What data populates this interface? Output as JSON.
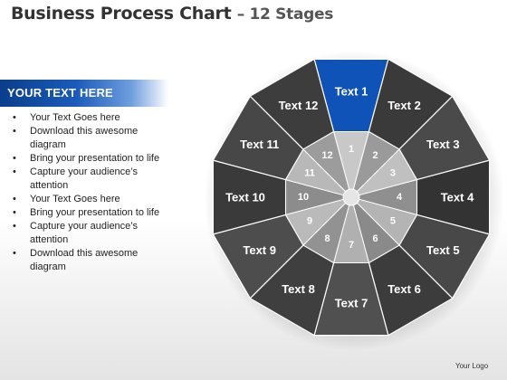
{
  "title": {
    "main": "Business Process Chart",
    "sub": "– 12 Stages"
  },
  "sidebar": {
    "header": "YOUR TEXT HERE",
    "bullets": [
      "Your Text Goes here",
      "Download this awesome diagram",
      "Bring your presentation to life",
      "Capture your audience’s attention",
      "Your Text Goes here",
      "Bring your presentation to life",
      "Capture your audience’s attention",
      "Download this awesome diagram"
    ]
  },
  "diagram": {
    "segments": [
      {
        "number": "1",
        "label": "Text 1"
      },
      {
        "number": "2",
        "label": "Text 2"
      },
      {
        "number": "3",
        "label": "Text 3"
      },
      {
        "number": "4",
        "label": "Text 4"
      },
      {
        "number": "5",
        "label": "Text 5"
      },
      {
        "number": "6",
        "label": "Text 6"
      },
      {
        "number": "7",
        "label": "Text 7"
      },
      {
        "number": "8",
        "label": "Text 8"
      },
      {
        "number": "9",
        "label": "Text 9"
      },
      {
        "number": "10",
        "label": "Text 10"
      },
      {
        "number": "11",
        "label": "Text 11"
      },
      {
        "number": "12",
        "label": "Text 12"
      }
    ],
    "highlight_index": 0,
    "colors": {
      "highlight_outer": "#0f52b8",
      "highlight_inner": "#c8c8c8",
      "outer_shades": [
        "#555555",
        "#3a3a3a",
        "#4a4a4a",
        "#333333",
        "#484848",
        "#3c3c3c",
        "#505050",
        "#3f3f3f",
        "#4d4d4d",
        "#3a3a3a",
        "#474747",
        "#3d3d3d"
      ],
      "inner_shades": [
        "#c4c4c4",
        "#9a9a9a",
        "#c0c0c0",
        "#8f8f8f",
        "#b4b4b4",
        "#8a8a8a",
        "#b0b0b0",
        "#929292",
        "#bababa",
        "#8c8c8c",
        "#b8b8b8",
        "#9c9c9c"
      ]
    }
  },
  "footer": {
    "logo": "Your Logo"
  }
}
